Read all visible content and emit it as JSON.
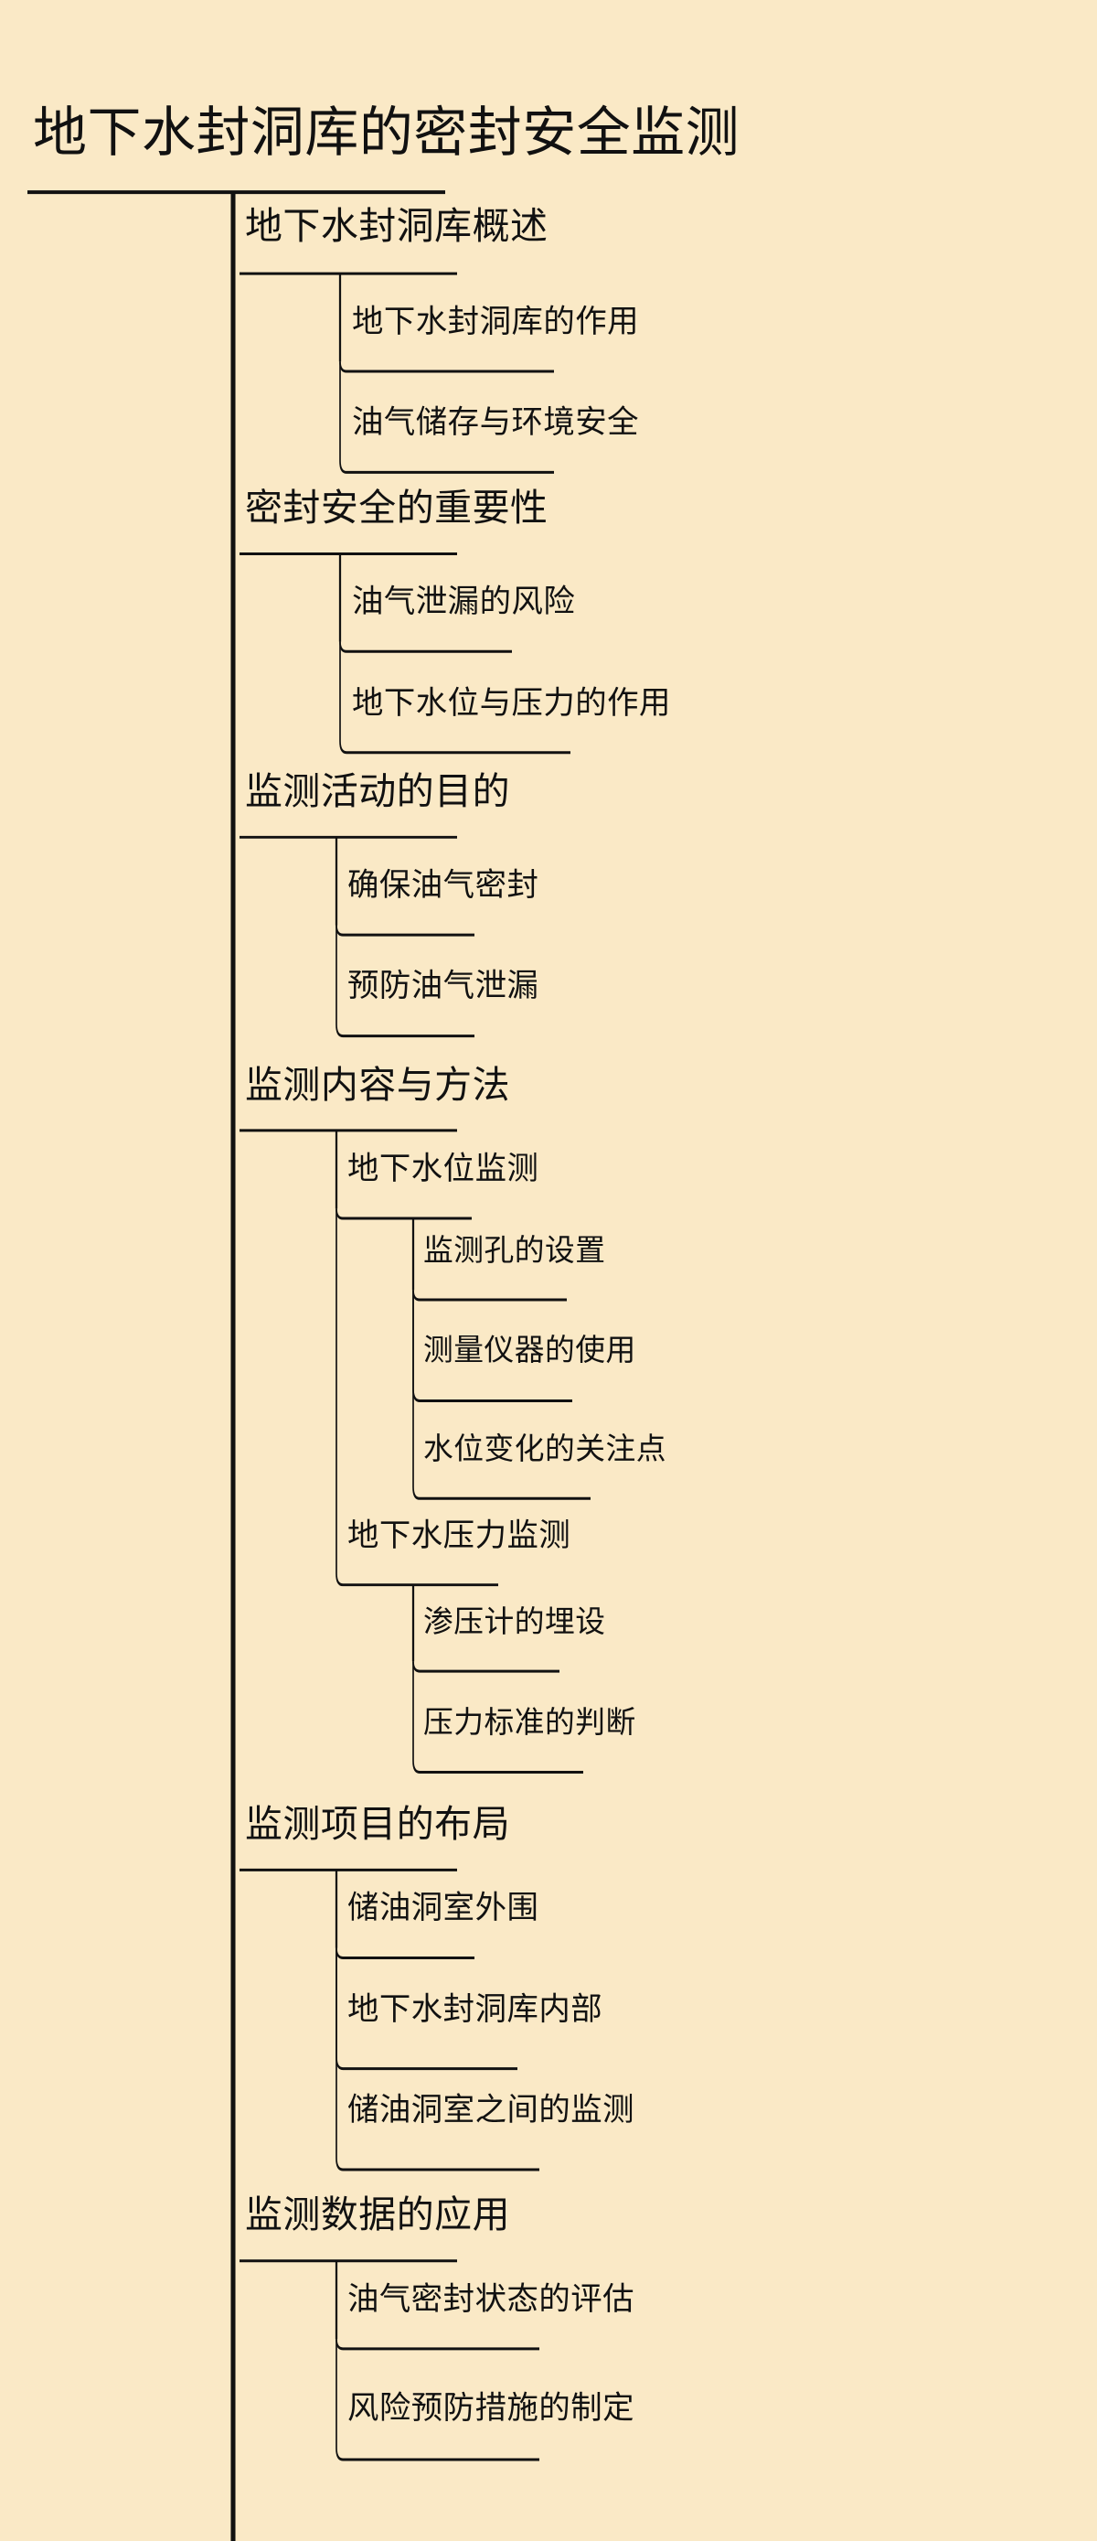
{
  "theme": {
    "background": "#fae9c6",
    "ink": "#111111"
  },
  "mindmap": {
    "root": {
      "label": "地下水封洞库的密封安全监测",
      "level": 1
    },
    "branches": [
      {
        "label": "地下水封洞库概述",
        "children": [
          {
            "label": "地下水封洞库的作用"
          },
          {
            "label": "油气储存与环境安全"
          }
        ]
      },
      {
        "label": "密封安全的重要性",
        "children": [
          {
            "label": "油气泄漏的风险"
          },
          {
            "label": "地下水位与压力的作用"
          }
        ]
      },
      {
        "label": "监测活动的目的",
        "children": [
          {
            "label": "确保油气密封"
          },
          {
            "label": "预防油气泄漏"
          }
        ]
      },
      {
        "label": "监测内容与方法",
        "children": [
          {
            "label": "地下水位监测",
            "children": [
              {
                "label": "监测孔的设置"
              },
              {
                "label": "测量仪器的使用"
              },
              {
                "label": "水位变化的关注点"
              }
            ]
          },
          {
            "label": "地下水压力监测",
            "children": [
              {
                "label": "渗压计的埋设"
              },
              {
                "label": "压力标准的判断"
              }
            ]
          }
        ]
      },
      {
        "label": "监测项目的布局",
        "children": [
          {
            "label": "储油洞室外围"
          },
          {
            "label": "地下水封洞库内部"
          },
          {
            "label": "储油洞室之间的监测"
          }
        ]
      },
      {
        "label": "监测数据的应用",
        "children": [
          {
            "label": "油气密封状态的评估"
          },
          {
            "label": "风险预防措施的制定"
          }
        ]
      }
    ]
  },
  "nodes_flat": {
    "root": "地下水封洞库的密封安全监测",
    "b0": "地下水封洞库概述",
    "b0c0": "地下水封洞库的作用",
    "b0c1": "油气储存与环境安全",
    "b1": "密封安全的重要性",
    "b1c0": "油气泄漏的风险",
    "b1c1": "地下水位与压力的作用",
    "b2": "监测活动的目的",
    "b2c0": "确保油气密封",
    "b2c1": "预防油气泄漏",
    "b3": "监测内容与方法",
    "b3c0": "地下水位监测",
    "b3c0g0": "监测孔的设置",
    "b3c0g1": "测量仪器的使用",
    "b3c0g2": "水位变化的关注点",
    "b3c1": "地下水压力监测",
    "b3c1g0": "渗压计的埋设",
    "b3c1g1": "压力标准的判断",
    "b4": "监测项目的布局",
    "b4c0": "储油洞室外围",
    "b4c1": "地下水封洞库内部",
    "b4c2": "储油洞室之间的监测",
    "b5": "监测数据的应用",
    "b5c0": "油气密封状态的评估",
    "b5c1": "风险预防措施的制定"
  }
}
